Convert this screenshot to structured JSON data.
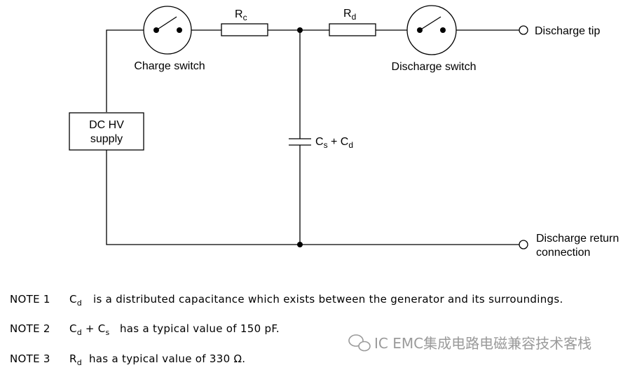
{
  "labels": {
    "charge_switch": "Charge switch",
    "discharge_switch": "Discharge switch",
    "discharge_tip": "Discharge tip",
    "discharge_return_line1": "Discharge return",
    "discharge_return_line2": "connection",
    "supply_line1": "DC HV",
    "supply_line2": "supply",
    "rc_main": "R",
    "rc_sub": "c",
    "rd_main": "R",
    "rd_sub": "d",
    "cap_main1": "C",
    "cap_sub1": "s",
    "cap_plus": " + ",
    "cap_main2": "C",
    "cap_sub2": "d"
  },
  "notes": [
    {
      "label": "NOTE 1",
      "main": "C",
      "sub": "d",
      "text": "is a distributed capacitance which exists between the generator and its surroundings."
    },
    {
      "label": "NOTE 2",
      "main": "C",
      "sub": "d",
      "mid": " + C",
      "sub2": "s",
      "text": "has a typical value of 150 pF."
    },
    {
      "label": "NOTE 3",
      "main": "R",
      "sub": "d",
      "text": "has a typical value of 330 Ω."
    }
  ],
  "watermark": "IC EMC集成电路电磁兼容技术客栈",
  "watermark_icon": "wechat-icon"
}
